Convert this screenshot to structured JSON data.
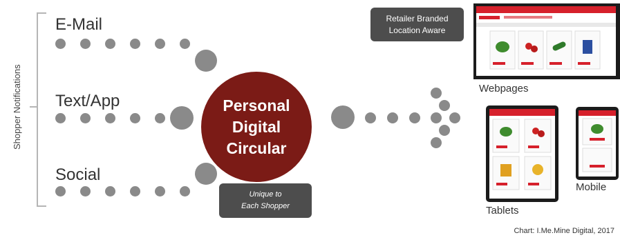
{
  "side_label": "Shopper Notifications",
  "channels": {
    "email": "E-Mail",
    "text_app": "Text/App",
    "social": "Social"
  },
  "center_circle": "Personal\nDigital\nCircular",
  "top_box": "Retailer Branded\nLocation Aware",
  "bottom_box": "Unique to\nEach Shopper",
  "devices": {
    "webpages": "Webpages",
    "tablets": "Tablets",
    "mobile": "Mobile"
  },
  "credit": "Chart: I.Me.Mine Digital, 2017",
  "colors": {
    "circle": "#7b1b16",
    "dots": "#8a8a8a",
    "boxes": "#4d4d4d",
    "brand_red": "#d6202b"
  }
}
